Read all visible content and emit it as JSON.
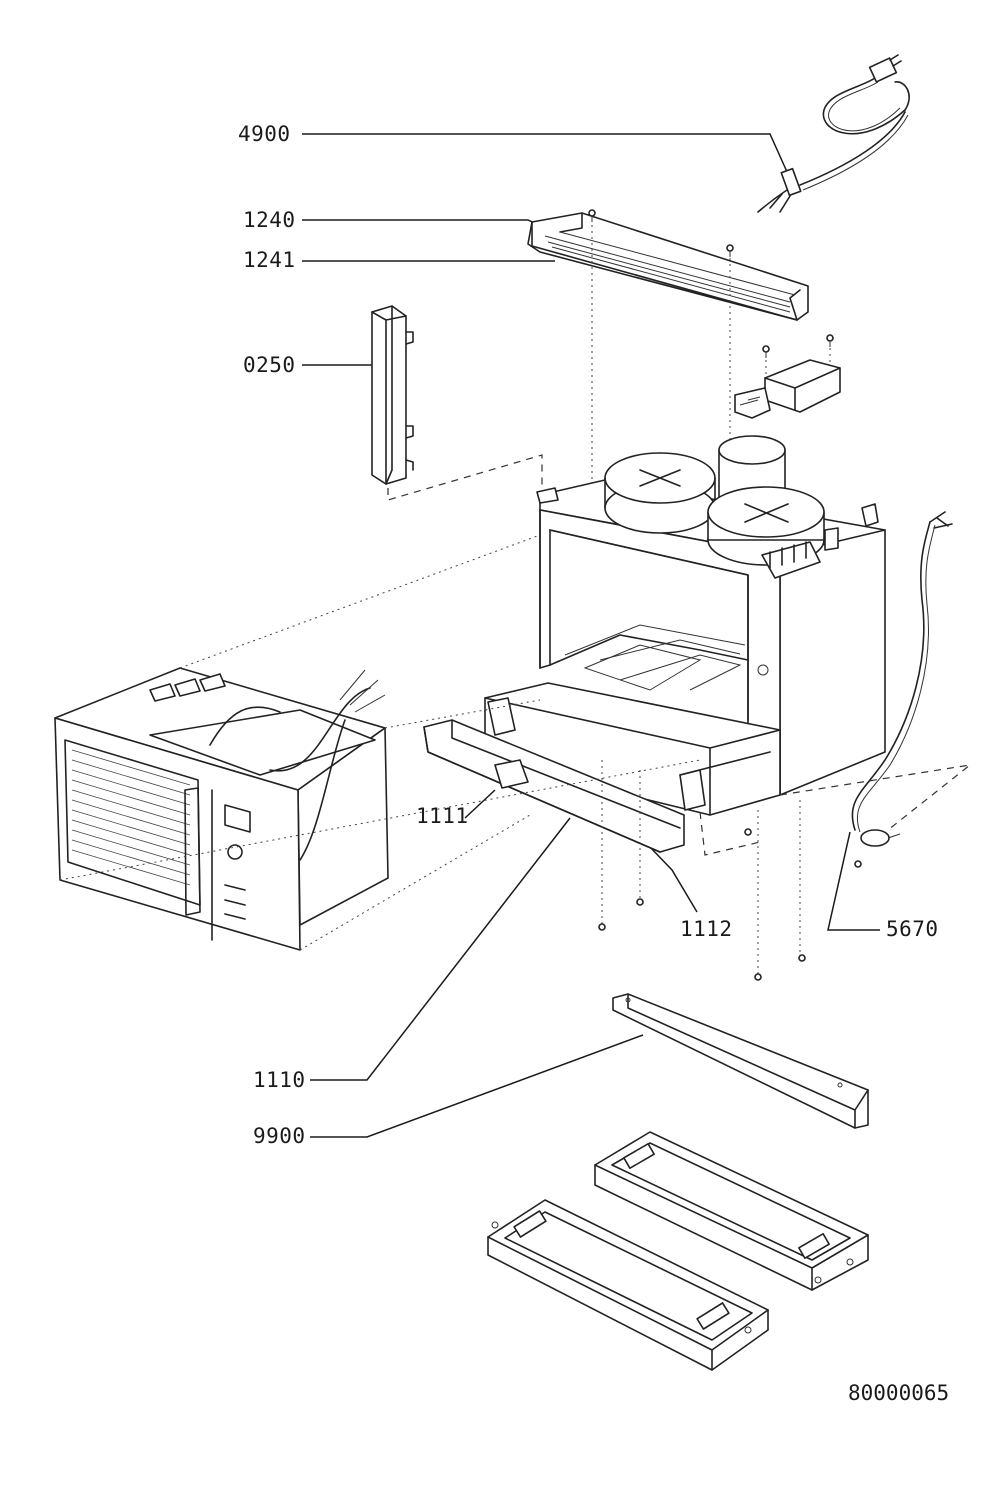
{
  "diagram": {
    "part_numbers": {
      "p4900": "4900",
      "p1240": "1240",
      "p1241": "1241",
      "p0250": "0250",
      "p1111": "1111",
      "p1112": "1112",
      "p5670": "5670",
      "p1110": "1110",
      "p9900": "9900"
    },
    "reference_code": "80000065"
  }
}
